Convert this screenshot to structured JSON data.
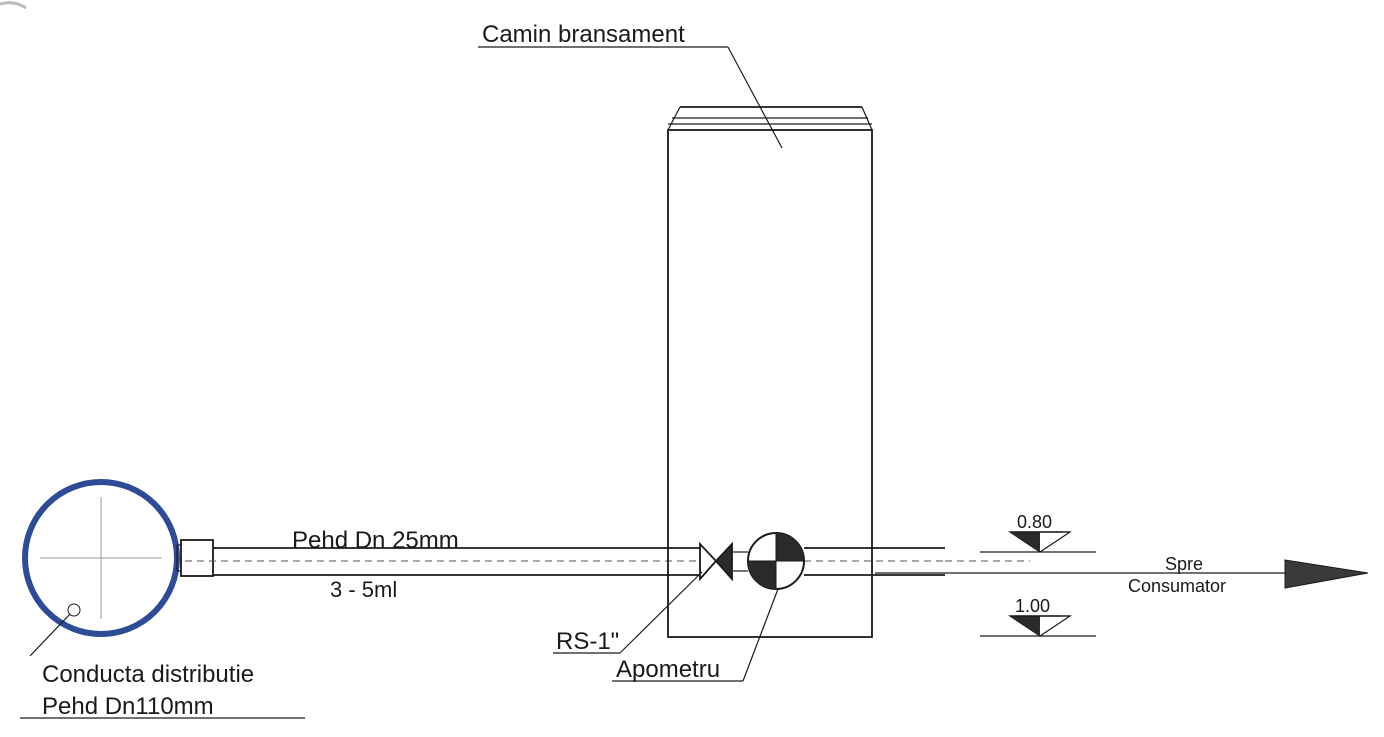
{
  "labels": {
    "chamber": "Camin bransament",
    "pipe_type": "Pehd Dn 25mm",
    "pipe_length": "3 - 5ml",
    "valve": "RS-1\"",
    "meter": "Apometru",
    "main_pipe_line1": "Conducta distributie",
    "main_pipe_line2": "Pehd Dn110mm",
    "level_top": "0.80",
    "level_bottom": "1.00",
    "direction_line1": "Spre",
    "direction_line2": "Consumator"
  },
  "colors": {
    "main_pipe_ring": "#2d4b97",
    "ink": "#1a1a1a"
  }
}
